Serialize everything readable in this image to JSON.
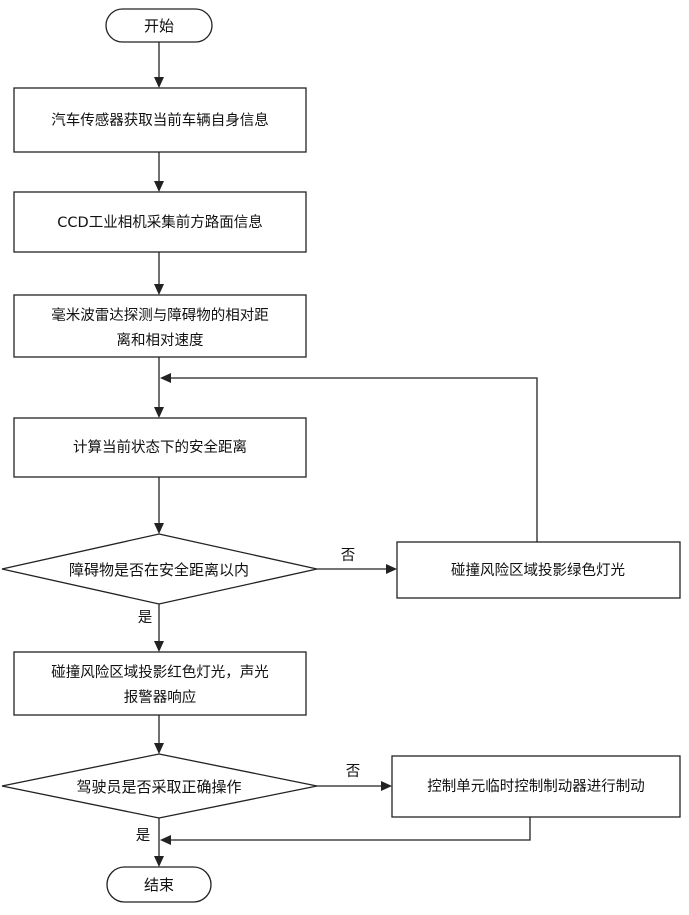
{
  "flowchart": {
    "start": "开始",
    "step1": "汽车传感器获取当前车辆自身信息",
    "step2": "CCD工业相机采集前方路面信息",
    "step3_line1": "毫米波雷达探测与障碍物的相对距",
    "step3_line2": "离和相对速度",
    "step4": "计算当前状态下的安全距离",
    "decision1": "障碍物是否在安全距离以内",
    "decision1_no": "否",
    "decision1_yes": "是",
    "green_light": "碰撞风险区域投影绿色灯光",
    "step5_line1": "碰撞风险区域投影红色灯光，声光",
    "step5_line2": "报警器响应",
    "decision2": "驾驶员是否采取正确操作",
    "decision2_no": "否",
    "decision2_yes": "是",
    "brake": "控制单元临时控制制动器进行制动",
    "end": "结束"
  }
}
